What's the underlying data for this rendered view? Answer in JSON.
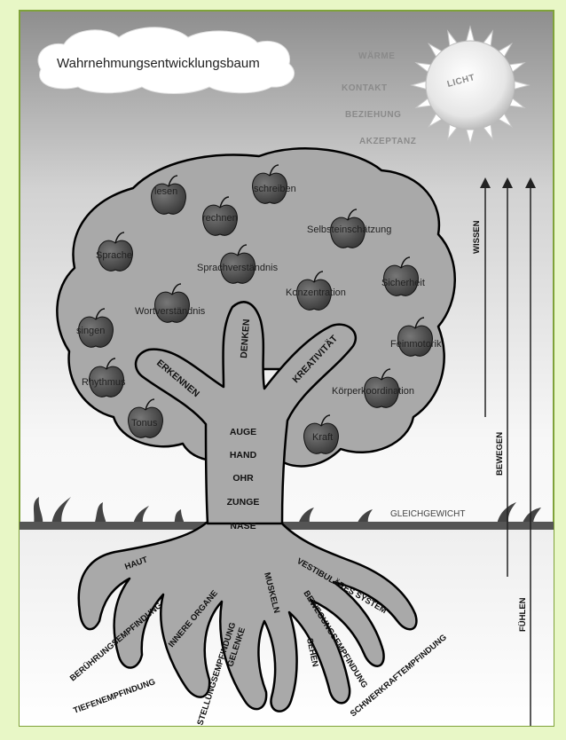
{
  "title": "Wahrnehmungsentwicklungsbaum",
  "sun": {
    "label": "LICHT",
    "rays": [
      "WÄRME",
      "KONTAKT",
      "BEZIEHUNG",
      "AKZEPTANZ"
    ]
  },
  "apples": [
    "lesen",
    "schreiben",
    "rechnen",
    "Selbsteinschätzung",
    "Sprache",
    "Sprachverständnis",
    "Konzentration",
    "Sicherheit",
    "Wortverständnis",
    "singen",
    "Feinmotorik",
    "Rhythmus",
    "Körperkoordination",
    "Tonus",
    "Kraft"
  ],
  "branches": [
    "ERKENNEN",
    "DENKEN",
    "KREATIVITÄT"
  ],
  "trunk": [
    "AUGE",
    "HAND",
    "OHR",
    "ZUNGE",
    "NASE"
  ],
  "ground": "GLEICHGEWICHT",
  "roots": [
    "HAUT",
    "BERÜHRUNGSEMPFINDUNG",
    "INNERE ORGANE",
    "TIEFENEMPFINDUNG",
    "STELLUNGSEMPFINDUNG",
    "GELENKE",
    "MUSKELN",
    "SEHEN",
    "BEWEGUNGSEMPFINDUNG",
    "VESTIBULÄRES SYSTEM",
    "SCHWERKRAFTEMPFINDUNG"
  ],
  "arrows": [
    "WISSEN",
    "BEWEGEN",
    "FÜHLEN"
  ]
}
